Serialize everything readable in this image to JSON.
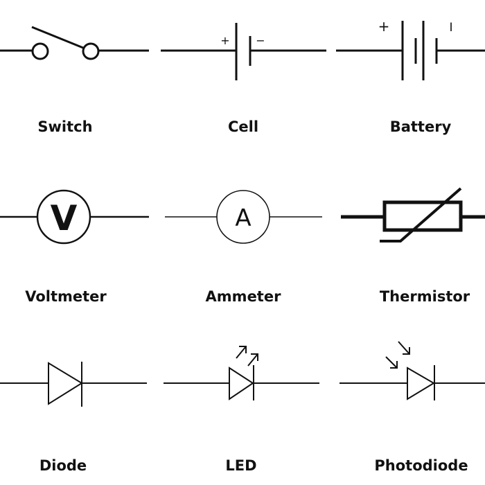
{
  "labels": {
    "switch": "Switch",
    "cell": "Cell",
    "battery": "Battery",
    "voltmeter": "Voltmeter",
    "ammeter": "Ammeter",
    "thermistor": "Thermistor",
    "diode": "Diode",
    "led": "LED",
    "photodiode": "Photodiode"
  },
  "marks": {
    "cell_plus": "+",
    "cell_minus": "−",
    "battery_plus": "+",
    "battery_minus": "I",
    "voltmeter_letter": "V",
    "ammeter_letter": "A"
  },
  "colors": {
    "stroke": "#111111",
    "background": "#ffffff"
  }
}
